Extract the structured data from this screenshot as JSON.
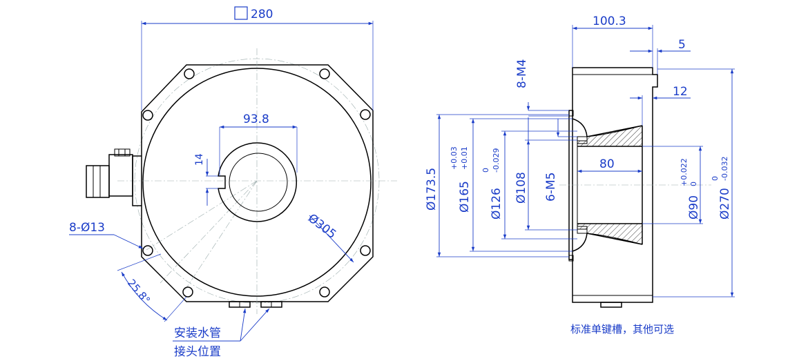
{
  "front_view": {
    "square_size_symbol": "□",
    "square_size_value": "280",
    "bore_width": "93.8",
    "keyway_depth": "14",
    "bolt_circle_diameter": "Ø305",
    "holes": "8-Ø13",
    "hole_angle": "25.8°",
    "note_line1": "安装水管",
    "note_line2": "接头位置"
  },
  "side_view": {
    "overall_length": "100.3",
    "flange_offset": "5",
    "step_depth": "12",
    "tapped_holes_outer": "8-M4",
    "tapped_holes_inner": "6-M5",
    "bore_depth": "80",
    "d_173_5": "Ø173.5",
    "d_165_main": "Ø165",
    "d_165_upper_tol": "+0.03",
    "d_165_lower_tol": "+0.01",
    "d_126_main": "Ø126",
    "d_126_upper_tol": "0",
    "d_126_lower_tol": "-0.029",
    "d_108": "Ø108",
    "d_90_main": "Ø90",
    "d_90_upper_tol": "+0.022",
    "d_90_lower_tol": "0",
    "d_270_main": "Ø270",
    "d_270_upper_tol": "0",
    "d_270_lower_tol": "-0.032",
    "note": "标准单键槽，其他可选"
  }
}
